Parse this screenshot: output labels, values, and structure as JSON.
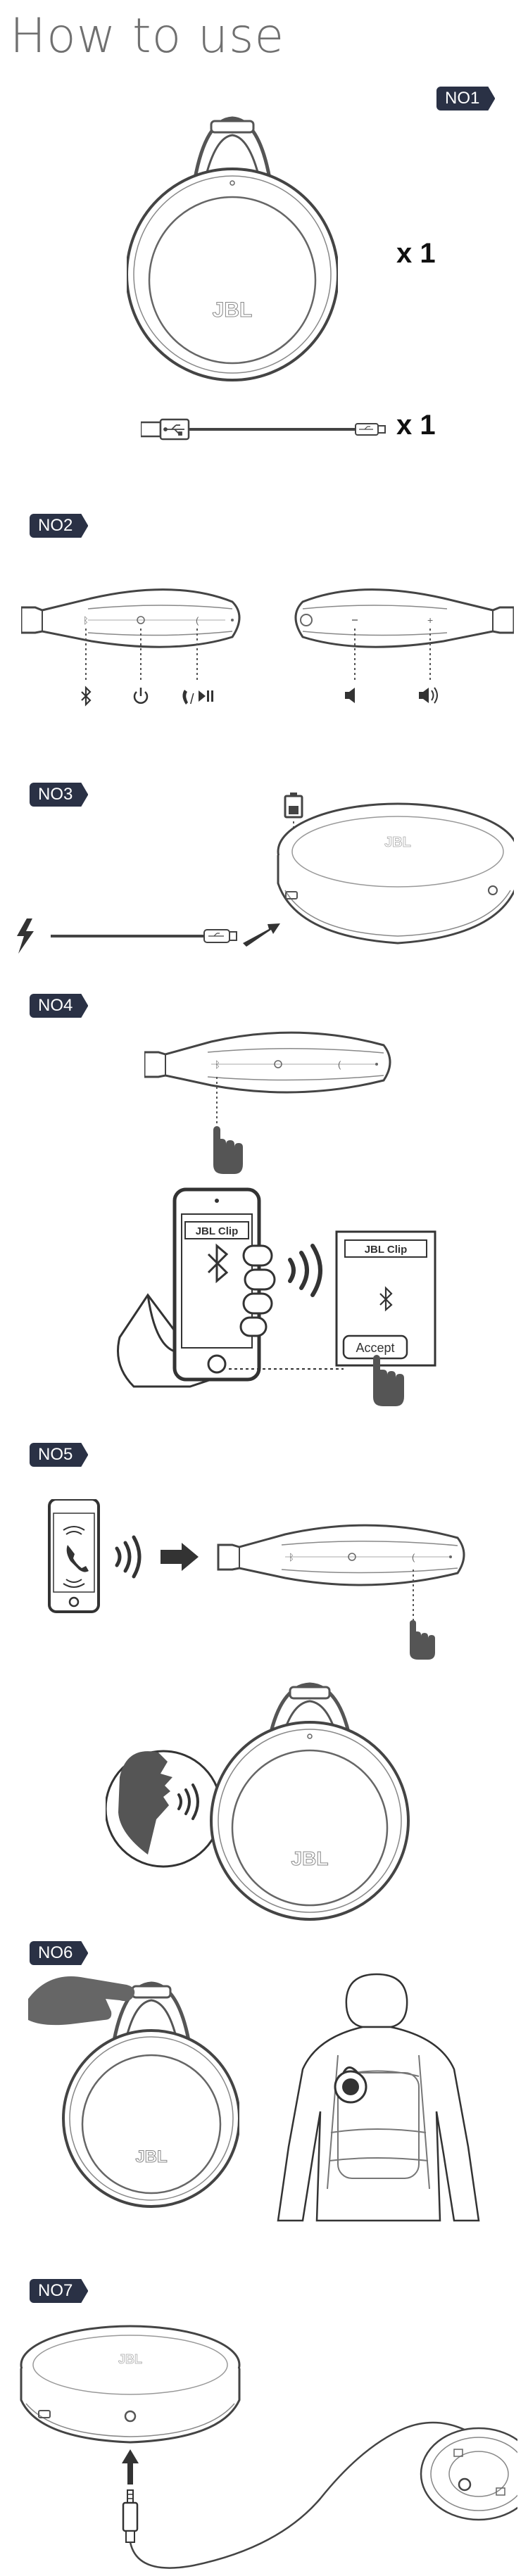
{
  "page": {
    "title": "How to use"
  },
  "sections": {
    "no1": {
      "badge": "NO1",
      "speaker_qty": "x 1",
      "cable_qty": "x 1"
    },
    "no2": {
      "badge": "NO2"
    },
    "no3": {
      "badge": "NO3"
    },
    "no4": {
      "badge": "NO4",
      "phone_device_name": "JBL Clip",
      "dialog_device_name": "JBL Clip",
      "accept_label": "Accept"
    },
    "no5": {
      "badge": "NO5"
    },
    "no6": {
      "badge": "NO6"
    },
    "no7": {
      "badge": "NO7"
    }
  },
  "brand": {
    "logo_text": "JBL"
  },
  "colors": {
    "badge_bg": "#2a3145",
    "line": "#555555",
    "outline": "#444444",
    "hand": "#555555"
  },
  "icons": [
    "bluetooth-icon",
    "power-icon",
    "phone-play-pause-icon",
    "volume-down-icon",
    "volume-up-icon",
    "battery-icon",
    "lightning-icon",
    "usb-icon"
  ]
}
